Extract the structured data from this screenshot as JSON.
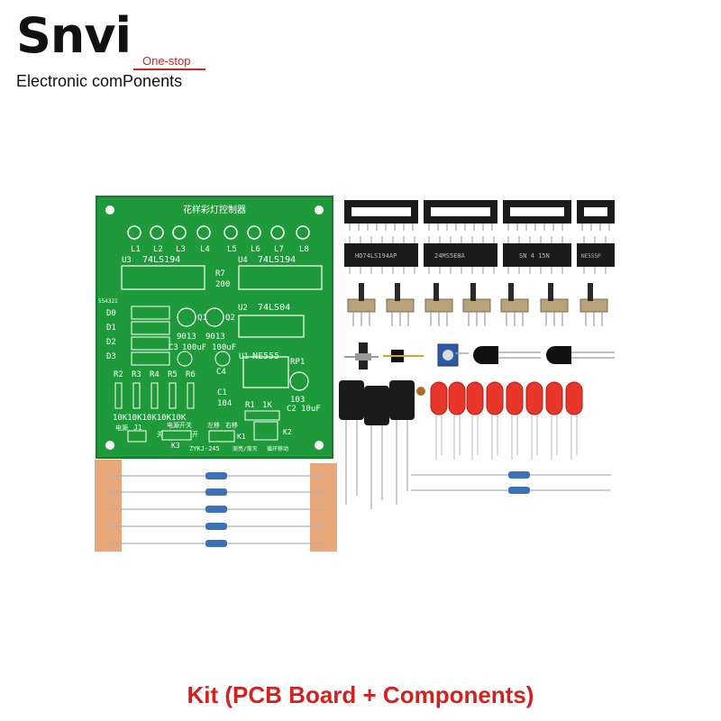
{
  "brand": {
    "name": "Snvi",
    "tag": "One-stop",
    "tagline": "Electronic comPonents"
  },
  "pcb": {
    "title": "花样彩灯控制器",
    "leds": [
      "L1",
      "L2",
      "L3",
      "L4",
      "L5",
      "L6",
      "L7",
      "L8"
    ],
    "labels": {
      "u3": "U3",
      "u3_chip": "74LS194",
      "u4": "U4",
      "u4_chip": "74LS194",
      "r7": "R7",
      "r7_val": "200",
      "u2": "U2",
      "u2_chip": "74LS04",
      "q1": "Q1",
      "q2": "Q2",
      "q_part_a": "9013",
      "q_part_b": "9013",
      "c3": "C3",
      "c3_val": "100uF",
      "c3b_val": "100uF",
      "c4": "C4",
      "u1": "U1",
      "u1_chip": "NE555",
      "rp1": "RP1",
      "rp1_val": "103",
      "c1": "C1",
      "c1_val": "104",
      "r1": "R1",
      "r1_val": "1K",
      "c2": "C2",
      "c2_val": "10uF",
      "d0": "D0",
      "d1": "D1",
      "d2": "D2",
      "d3": "D3",
      "side": "554321",
      "r2": "R2",
      "r3": "R3",
      "r4": "R4",
      "r5": "R5",
      "r6": "R6",
      "res_vals": "10K10K10K10K10K",
      "j1": "J1",
      "power": "电源",
      "power_switch": "电源开关",
      "left": "左移",
      "right": "右移",
      "k1": "K1",
      "k2": "K2",
      "k3": "K3",
      "model": "ZYKJ-245",
      "mode_a": "渐亮/渐灭",
      "mode_b": "循环移动",
      "on": "开",
      "off": "关"
    }
  },
  "ic_markings": [
    "HD74LS194AP",
    "24MS5E8A",
    "SN 4 15N",
    "NE555P"
  ],
  "caption": "Kit (PCB Board + Components)",
  "colors": {
    "pcb_green": "#1f9a3a",
    "caption_red": "#d0221f",
    "led_red": "#e8362b",
    "ic_black": "#1b1b1b",
    "paper_tape": "#e8a77a"
  }
}
